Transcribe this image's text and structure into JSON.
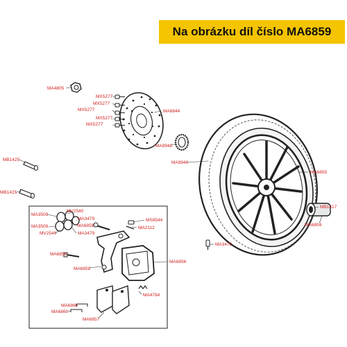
{
  "banner": {
    "text": "Na obrázku díl číslo MA6859"
  },
  "colors": {
    "banner_bg": "#f5c400",
    "label": "#d02020",
    "line": "#333333",
    "part": "#222222"
  },
  "labels": {
    "ma4805": "MA4805",
    "mx5277_1": "MX5277",
    "mx5277_2": "MX5277",
    "mx5277_3": "MX5277",
    "mx5277_4": "MX5277",
    "mx5277_5": "MX5277",
    "ma6844": "MA6844",
    "ma9948": "MA9948",
    "ma9946": "MA9946",
    "ma6855": "MA6855",
    "mb1425_1": "MB1425",
    "mb1425_2": "MB1425",
    "mb1417": "MB1417",
    "ma6854": "MA6854",
    "ma3509_1": "MA3509",
    "mv2540_1": "MV2540",
    "ma3479_1": "MA3479",
    "ma6859_1": "MA6859",
    "ms9544": "MS9544",
    "ma2112": "MA2112",
    "ma3509_2": "MA3509",
    "mv2540_2": "MV2540",
    "ma3479_2": "MA3479",
    "ma3472": "MA3472",
    "ma6859_2": "MA6859",
    "ma6856": "MA6856",
    "ma6858": "MA6858",
    "ma4794": "MA4794",
    "ma6860_1": "MA6860",
    "ma6860_2": "MA6860",
    "ma6857": "MA6857"
  }
}
